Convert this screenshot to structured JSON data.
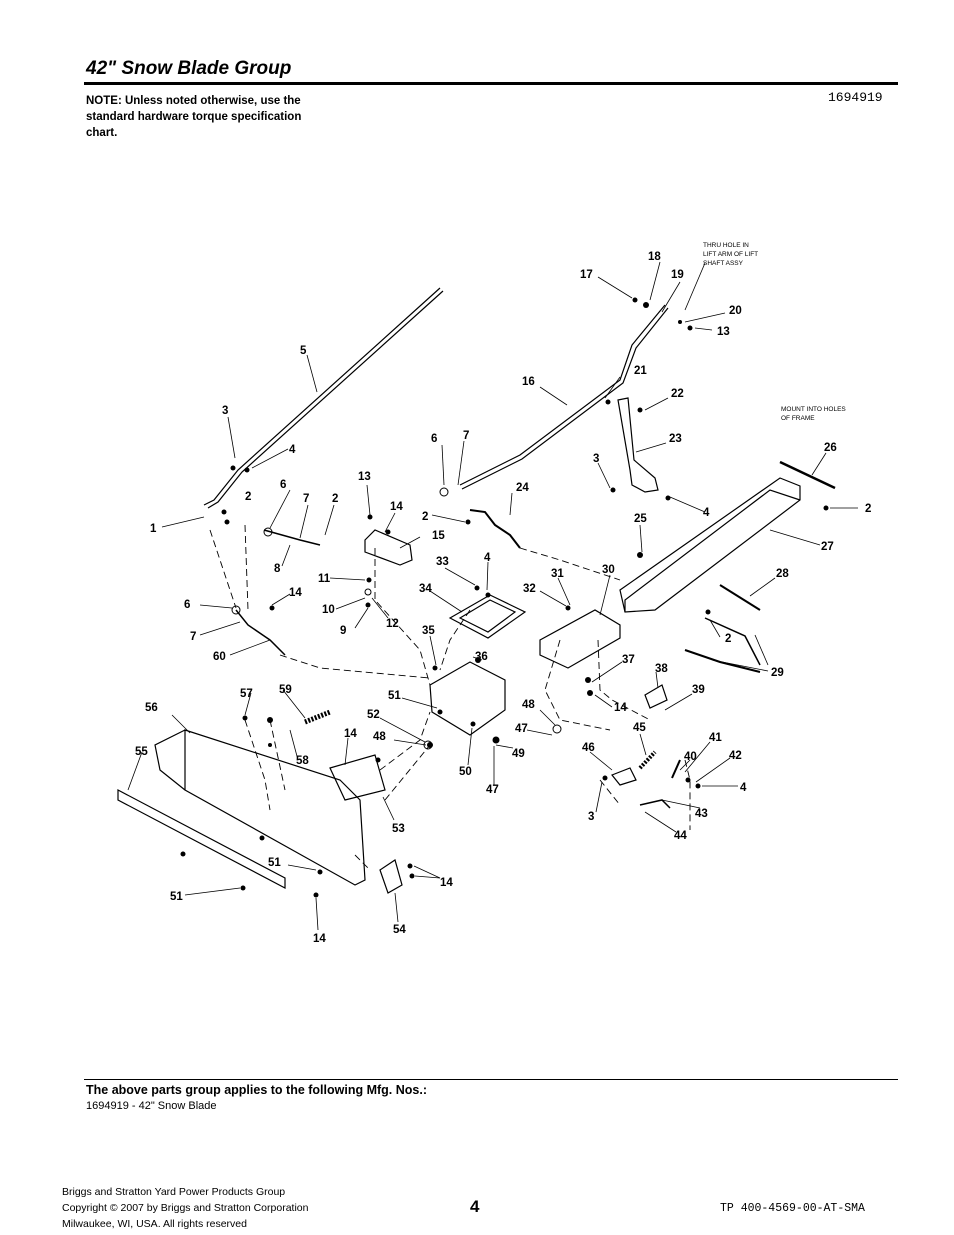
{
  "header": {
    "title": "42\" Snow Blade Group",
    "note": "NOTE: Unless noted otherwise, use the standard hardware torque specification chart.",
    "doc_number": "1694919"
  },
  "diagram": {
    "callouts": {
      "c1": "1",
      "c2a": "2",
      "c2b": "2",
      "c2c": "2",
      "c2d": "2",
      "c2e": "2",
      "c3a": "3",
      "c3b": "3",
      "c3c": "3",
      "c4a": "4",
      "c4b": "4",
      "c4c": "4",
      "c4d": "4",
      "c5": "5",
      "c6a": "6",
      "c6b": "6",
      "c6c": "6",
      "c7a": "7",
      "c7b": "7",
      "c7c": "7",
      "c8": "8",
      "c9": "9",
      "c10": "10",
      "c11": "11",
      "c12": "12",
      "c13a": "13",
      "c13b": "13",
      "c14a": "14",
      "c14b": "14",
      "c14c": "14",
      "c14d": "14",
      "c14e": "14",
      "c14f": "14",
      "c15": "15",
      "c16": "16",
      "c17": "17",
      "c18": "18",
      "c19": "19",
      "c20": "20",
      "c21": "21",
      "c22": "22",
      "c23": "23",
      "c24": "24",
      "c25": "25",
      "c26": "26",
      "c27": "27",
      "c28": "28",
      "c29": "29",
      "c30": "30",
      "c31": "31",
      "c32": "32",
      "c33": "33",
      "c34": "34",
      "c35": "35",
      "c36": "36",
      "c37": "37",
      "c38": "38",
      "c39": "39",
      "c40": "40",
      "c41": "41",
      "c42": "42",
      "c43": "43",
      "c44": "44",
      "c45": "45",
      "c46": "46",
      "c47a": "47",
      "c47b": "47",
      "c48a": "48",
      "c48b": "48",
      "c49": "49",
      "c50": "50",
      "c51a": "51",
      "c51b": "51",
      "c51c": "51",
      "c52": "52",
      "c53": "53",
      "c54": "54",
      "c55": "55",
      "c56": "56",
      "c57": "57",
      "c58": "58",
      "c59": "59",
      "c60": "60"
    },
    "caption_thru_1": "THRU HOLE IN",
    "caption_thru_2": "LIFT ARM OF LIFT",
    "caption_thru_3": "SHAFT ASSY",
    "caption_mount_1": "MOUNT INTO HOLES",
    "caption_mount_2": "OF FRAME"
  },
  "applies": {
    "heading": "The above parts group applies to the following Mfg. Nos.:",
    "item": "1694919 - 42\" Snow Blade"
  },
  "footer": {
    "line1": "Briggs and Stratton Yard Power Products Group",
    "line2": "Copyright ©  2007 by Briggs and Stratton Corporation",
    "line3": "Milwaukee, WI, USA. All rights reserved",
    "page": "4",
    "tp_number": "TP 400-4569-00-AT-SMA"
  }
}
